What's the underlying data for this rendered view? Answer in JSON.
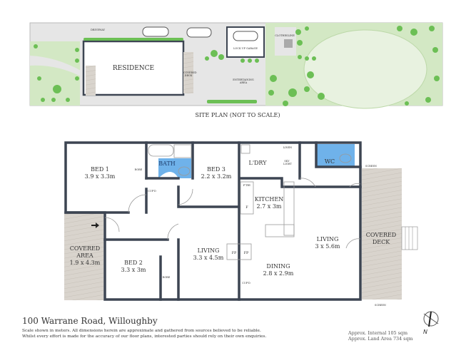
{
  "site_plan": {
    "caption": "SITE PLAN (NOT TO SCALE)",
    "residence": "RESIDENCE",
    "driveway": "DRIVEWAY",
    "garage": "LOCK UP GARAGE",
    "covered_deck": "COVERED DECK",
    "entertaining": "ENTERTAINING AREA",
    "clothesline": "CLOTHESLINE"
  },
  "rooms": {
    "bed1": {
      "name": "BED 1",
      "size": "3.9 x 3.3m"
    },
    "bed2": {
      "name": "BED 2",
      "size": "3.3 x 3m"
    },
    "bed3": {
      "name": "BED 3",
      "size": "2.2 x 3.2m"
    },
    "bath": "BATH",
    "laundry": "L'DRY",
    "linen": "LINEN",
    "skylight": "SKY LIGHT",
    "wc": "WC",
    "kitchen": {
      "name": "KITCHEN",
      "size": "2.7 x 3m"
    },
    "living_left": {
      "name": "LIVING",
      "size": "3.3 x 4.5m"
    },
    "living_right": {
      "name": "LIVING",
      "size": "3 x 5.6m"
    },
    "dining": {
      "name": "DINING",
      "size": "2.8 x 2.9m"
    },
    "covered_area": {
      "name": "COVERED AREA",
      "size": "1.9 x 4.3m"
    },
    "covered_deck": "COVERED DECK",
    "robe": "ROBE",
    "cupboard": "CUP'D",
    "pantry": "P'TRY",
    "fridge": "F",
    "fireplace": "FP",
    "screen": "SCREEN"
  },
  "footer": {
    "address": "100 Warrane Road, Willoughby",
    "disclaimer_1": "Scale shown in meters. All dimensions herein are approximate and gathered from sources believed to be reliable.",
    "disclaimer_2": "Whilst every effort is made for the accuracy of our floor plans, interested parties should rely on their own enquiries.",
    "internal_area": "Approx. Internal 105 sqm",
    "land_area": "Approx. Land Area 734 sqm",
    "north": "N"
  },
  "colors": {
    "wall": "#3d4552",
    "wet_area": "#6fb2ea",
    "deck": "#d9d4cd",
    "lawn": "#d3e8c4",
    "shrub": "#6cbf55",
    "paving": "#e6e6e6"
  }
}
